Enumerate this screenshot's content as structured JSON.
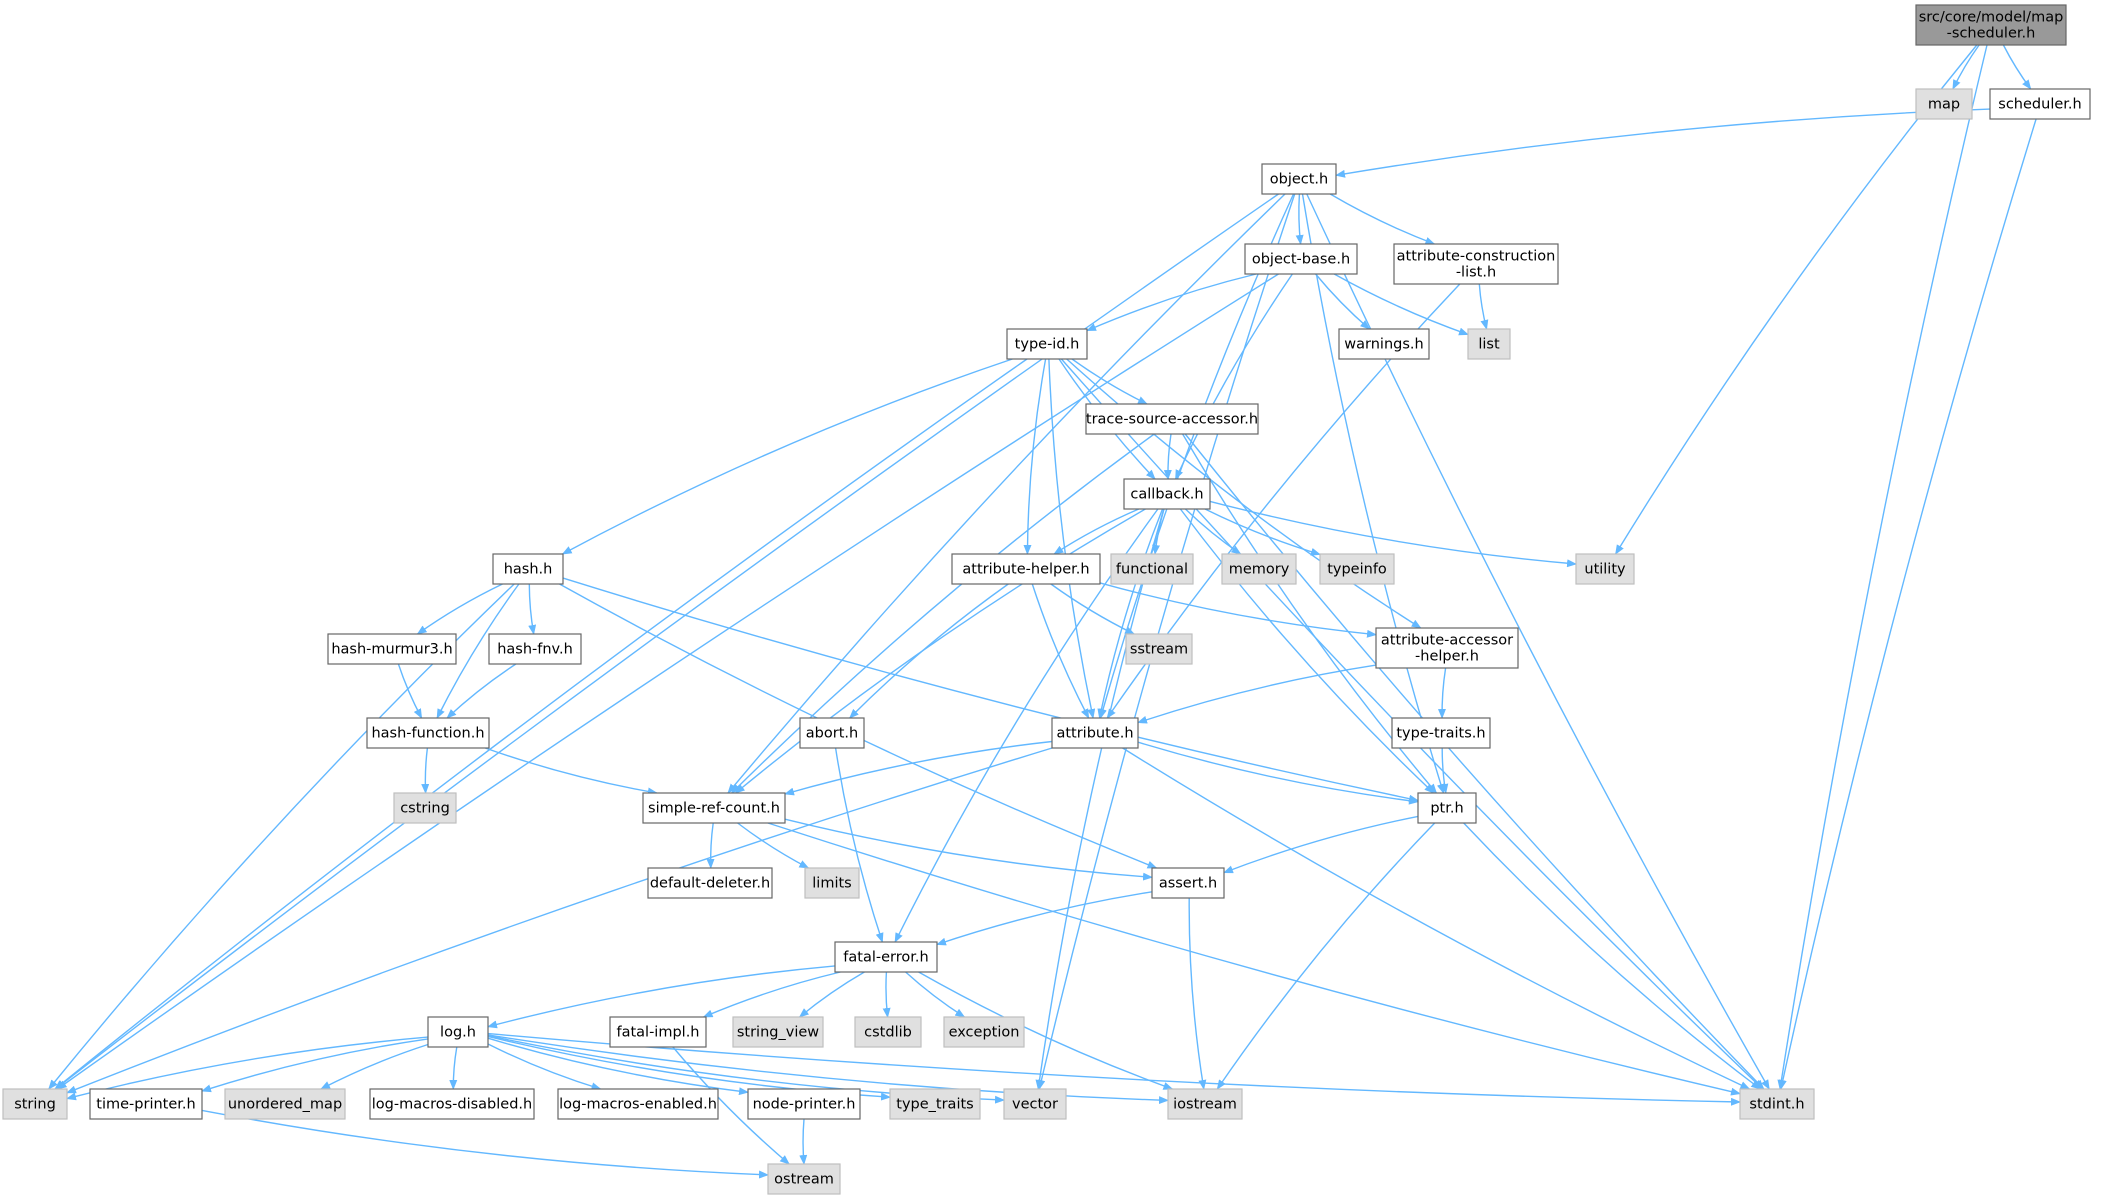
{
  "colors": {
    "edge": "#63b8ff",
    "border": "#666666",
    "root_fill": "#999999",
    "system_fill": "#e0e0e0",
    "local_fill": "#ffffff"
  },
  "nodes": [
    {
      "id": "root",
      "lines": [
        "src/core/model/map",
        "-scheduler.h"
      ],
      "kind": "root"
    },
    {
      "id": "map",
      "lines": [
        "map"
      ],
      "kind": "system"
    },
    {
      "id": "scheduler",
      "lines": [
        "scheduler.h"
      ],
      "kind": "local"
    },
    {
      "id": "object",
      "lines": [
        "object.h"
      ],
      "kind": "local"
    },
    {
      "id": "objectbase",
      "lines": [
        "object-base.h"
      ],
      "kind": "local"
    },
    {
      "id": "attrconst",
      "lines": [
        "attribute-construction",
        "-list.h"
      ],
      "kind": "local"
    },
    {
      "id": "typeid",
      "lines": [
        "type-id.h"
      ],
      "kind": "local"
    },
    {
      "id": "warnings",
      "lines": [
        "warnings.h"
      ],
      "kind": "local"
    },
    {
      "id": "list",
      "lines": [
        "list"
      ],
      "kind": "system"
    },
    {
      "id": "tracesrc",
      "lines": [
        "trace-source-accessor.h"
      ],
      "kind": "local"
    },
    {
      "id": "callback",
      "lines": [
        "callback.h"
      ],
      "kind": "local"
    },
    {
      "id": "hash",
      "lines": [
        "hash.h"
      ],
      "kind": "local"
    },
    {
      "id": "attrhelper",
      "lines": [
        "attribute-helper.h"
      ],
      "kind": "local"
    },
    {
      "id": "functional",
      "lines": [
        "functional"
      ],
      "kind": "system"
    },
    {
      "id": "memory",
      "lines": [
        "memory"
      ],
      "kind": "system"
    },
    {
      "id": "typeinfo",
      "lines": [
        "typeinfo"
      ],
      "kind": "system"
    },
    {
      "id": "utility",
      "lines": [
        "utility"
      ],
      "kind": "system"
    },
    {
      "id": "murmur",
      "lines": [
        "hash-murmur3.h"
      ],
      "kind": "local"
    },
    {
      "id": "fnv",
      "lines": [
        "hash-fnv.h"
      ],
      "kind": "local"
    },
    {
      "id": "sstream",
      "lines": [
        "sstream"
      ],
      "kind": "system"
    },
    {
      "id": "attracc",
      "lines": [
        "attribute-accessor",
        "-helper.h"
      ],
      "kind": "local"
    },
    {
      "id": "hashfunc",
      "lines": [
        "hash-function.h"
      ],
      "kind": "local"
    },
    {
      "id": "abort",
      "lines": [
        "abort.h"
      ],
      "kind": "local"
    },
    {
      "id": "attribute",
      "lines": [
        "attribute.h"
      ],
      "kind": "local"
    },
    {
      "id": "typetraits",
      "lines": [
        "type-traits.h"
      ],
      "kind": "local"
    },
    {
      "id": "cstring",
      "lines": [
        "cstring"
      ],
      "kind": "system"
    },
    {
      "id": "simpleref",
      "lines": [
        "simple-ref-count.h"
      ],
      "kind": "local"
    },
    {
      "id": "ptr",
      "lines": [
        "ptr.h"
      ],
      "kind": "local"
    },
    {
      "id": "defdel",
      "lines": [
        "default-deleter.h"
      ],
      "kind": "local"
    },
    {
      "id": "limits",
      "lines": [
        "limits"
      ],
      "kind": "system"
    },
    {
      "id": "assert",
      "lines": [
        "assert.h"
      ],
      "kind": "local"
    },
    {
      "id": "fatalerr",
      "lines": [
        "fatal-error.h"
      ],
      "kind": "local"
    },
    {
      "id": "log",
      "lines": [
        "log.h"
      ],
      "kind": "local"
    },
    {
      "id": "fatalimpl",
      "lines": [
        "fatal-impl.h"
      ],
      "kind": "local"
    },
    {
      "id": "stringview",
      "lines": [
        "string_view"
      ],
      "kind": "system"
    },
    {
      "id": "cstdlib",
      "lines": [
        "cstdlib"
      ],
      "kind": "system"
    },
    {
      "id": "exception",
      "lines": [
        "exception"
      ],
      "kind": "system"
    },
    {
      "id": "string",
      "lines": [
        "string"
      ],
      "kind": "system"
    },
    {
      "id": "timeprinter",
      "lines": [
        "time-printer.h"
      ],
      "kind": "local"
    },
    {
      "id": "unorderedmap",
      "lines": [
        "unordered_map"
      ],
      "kind": "system"
    },
    {
      "id": "logmacdis",
      "lines": [
        "log-macros-disabled.h"
      ],
      "kind": "local"
    },
    {
      "id": "logmacen",
      "lines": [
        "log-macros-enabled.h"
      ],
      "kind": "local"
    },
    {
      "id": "nodeprinter",
      "lines": [
        "node-printer.h"
      ],
      "kind": "local"
    },
    {
      "id": "typetraitsstd",
      "lines": [
        "type_traits"
      ],
      "kind": "system"
    },
    {
      "id": "vector",
      "lines": [
        "vector"
      ],
      "kind": "system"
    },
    {
      "id": "iostream",
      "lines": [
        "iostream"
      ],
      "kind": "system"
    },
    {
      "id": "stdint",
      "lines": [
        "stdint.h"
      ],
      "kind": "system"
    },
    {
      "id": "ostream",
      "lines": [
        "ostream"
      ],
      "kind": "system"
    }
  ],
  "edges": [
    [
      "root",
      "map"
    ],
    [
      "root",
      "scheduler"
    ],
    [
      "root",
      "utility"
    ],
    [
      "root",
      "stdint"
    ],
    [
      "scheduler",
      "object"
    ],
    [
      "scheduler",
      "stdint"
    ],
    [
      "object",
      "objectbase"
    ],
    [
      "object",
      "attrconst"
    ],
    [
      "object",
      "string"
    ],
    [
      "object",
      "time_vector"
    ],
    [
      "object",
      "simpleref"
    ],
    [
      "object",
      "attribute"
    ],
    [
      "object",
      "ptr"
    ],
    [
      "object",
      "stdint"
    ],
    [
      "object",
      "vector"
    ],
    [
      "objectbase",
      "typeid"
    ],
    [
      "objectbase",
      "warnings"
    ],
    [
      "objectbase",
      "list"
    ],
    [
      "objectbase",
      "callback"
    ],
    [
      "objectbase",
      "string"
    ],
    [
      "attrconst",
      "list"
    ],
    [
      "attrconst",
      "attribute"
    ],
    [
      "typeid",
      "tracesrc"
    ],
    [
      "typeid",
      "callback"
    ],
    [
      "typeid",
      "hash"
    ],
    [
      "typeid",
      "attrhelper"
    ],
    [
      "typeid",
      "attribute"
    ],
    [
      "typeid",
      "attracc"
    ],
    [
      "typeid",
      "stdint"
    ],
    [
      "typeid",
      "string"
    ],
    [
      "tracesrc",
      "callback"
    ],
    [
      "tracesrc",
      "simpleref"
    ],
    [
      "tracesrc",
      "ptr"
    ],
    [
      "tracesrc",
      "stdint"
    ],
    [
      "callback",
      "attrhelper"
    ],
    [
      "callback",
      "functional"
    ],
    [
      "callback",
      "memory"
    ],
    [
      "callback",
      "typeinfo"
    ],
    [
      "callback",
      "utility"
    ],
    [
      "callback",
      "attribute"
    ],
    [
      "callback",
      "ptr"
    ],
    [
      "callback",
      "simpleref"
    ],
    [
      "callback",
      "fatalerr"
    ],
    [
      "callback",
      "vector"
    ],
    [
      "hash",
      "murmur"
    ],
    [
      "hash",
      "fnv"
    ],
    [
      "hash",
      "hashfunc"
    ],
    [
      "hash",
      "assert"
    ],
    [
      "hash",
      "ptr"
    ],
    [
      "hash",
      "string"
    ],
    [
      "murmur",
      "hashfunc"
    ],
    [
      "fnv",
      "hashfunc"
    ],
    [
      "attrhelper",
      "sstream"
    ],
    [
      "attrhelper",
      "attracc"
    ],
    [
      "attrhelper",
      "abort"
    ],
    [
      "attrhelper",
      "attribute"
    ],
    [
      "attracc",
      "typetraits"
    ],
    [
      "attracc",
      "attribute"
    ],
    [
      "hashfunc",
      "cstring"
    ],
    [
      "hashfunc",
      "simpleref"
    ],
    [
      "abort",
      "fatalerr"
    ],
    [
      "attribute",
      "simpleref"
    ],
    [
      "attribute",
      "ptr"
    ],
    [
      "attribute",
      "stdint"
    ],
    [
      "attribute",
      "string"
    ],
    [
      "typetraits",
      "ptr"
    ],
    [
      "simpleref",
      "defdel"
    ],
    [
      "simpleref",
      "limits"
    ],
    [
      "simpleref",
      "assert"
    ],
    [
      "simpleref",
      "stdint"
    ],
    [
      "ptr",
      "assert"
    ],
    [
      "ptr",
      "iostream"
    ],
    [
      "ptr",
      "stdint"
    ],
    [
      "assert",
      "fatalerr"
    ],
    [
      "assert",
      "iostream"
    ],
    [
      "fatalerr",
      "log"
    ],
    [
      "fatalerr",
      "fatalimpl"
    ],
    [
      "fatalerr",
      "stringview"
    ],
    [
      "fatalerr",
      "cstdlib"
    ],
    [
      "fatalerr",
      "exception"
    ],
    [
      "fatalerr",
      "iostream"
    ],
    [
      "fatalimpl",
      "ostream"
    ],
    [
      "log",
      "string"
    ],
    [
      "log",
      "timeprinter"
    ],
    [
      "log",
      "unorderedmap"
    ],
    [
      "log",
      "logmacdis"
    ],
    [
      "log",
      "logmacen"
    ],
    [
      "log",
      "nodeprinter"
    ],
    [
      "log",
      "typetraitsstd"
    ],
    [
      "log",
      "vector"
    ],
    [
      "log",
      "iostream"
    ],
    [
      "log",
      "stdint"
    ],
    [
      "timeprinter",
      "ostream"
    ],
    [
      "nodeprinter",
      "ostream"
    ]
  ]
}
